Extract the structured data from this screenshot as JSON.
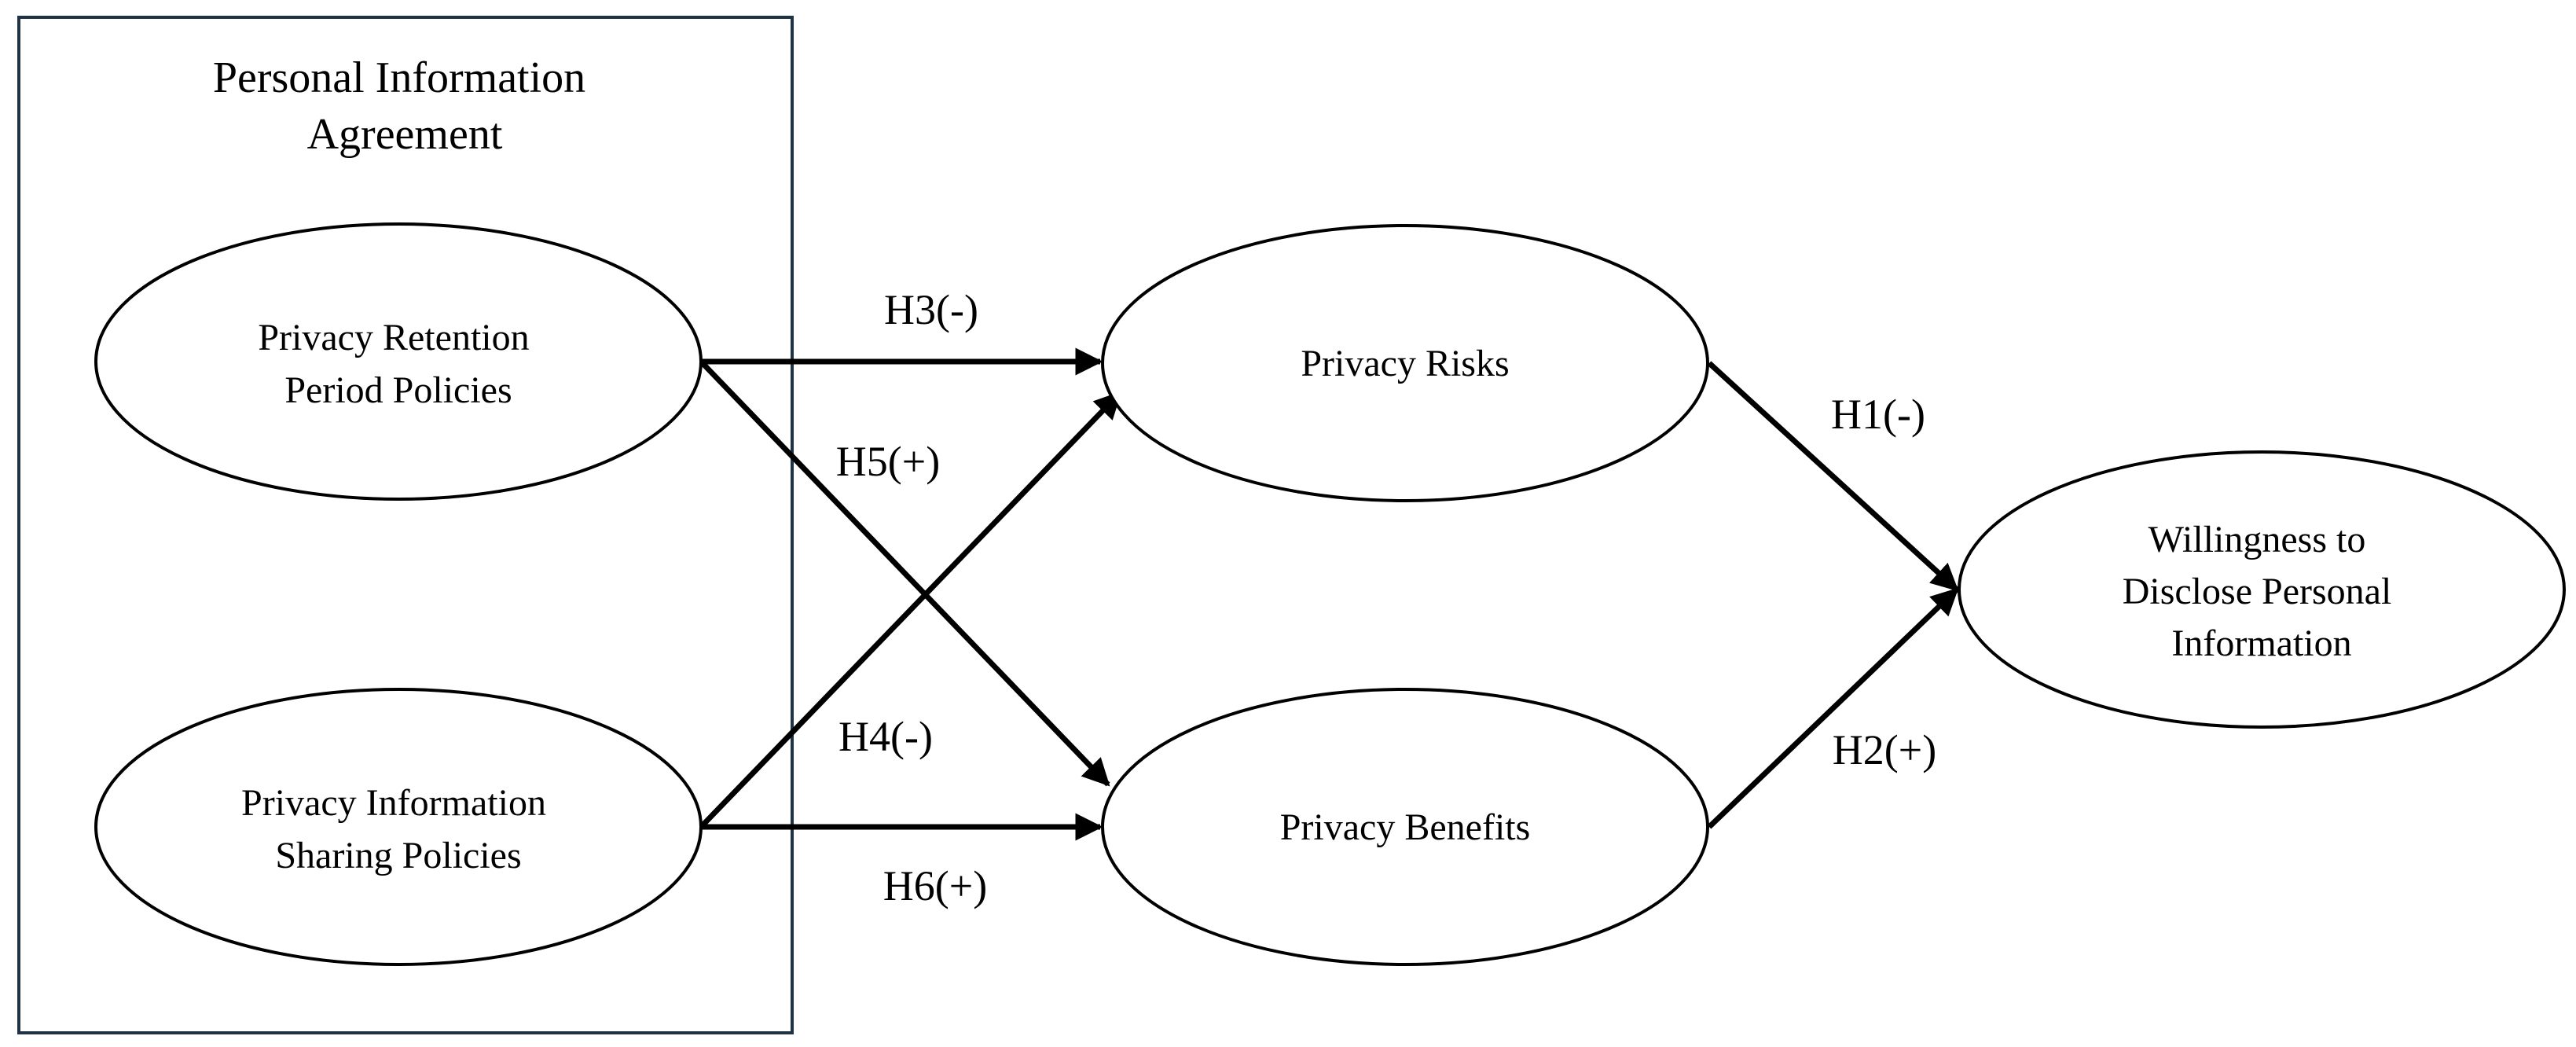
{
  "diagram": {
    "group": {
      "title_lines": [
        "Personal Information",
        "Agreement"
      ],
      "border_color": "#1f3344"
    },
    "nodes": {
      "retention": {
        "lines": [
          "Privacy Retention",
          "Period Policies"
        ]
      },
      "sharing": {
        "lines": [
          "Privacy Information",
          "Sharing Policies"
        ]
      },
      "risks": {
        "lines": [
          "Privacy Risks"
        ]
      },
      "benefits": {
        "lines": [
          "Privacy Benefits"
        ]
      },
      "willingness": {
        "lines": [
          "Willingness to",
          "Disclose Personal",
          "Information"
        ]
      }
    },
    "edges": [
      {
        "id": "h3",
        "from": "retention",
        "to": "risks",
        "label": "H3(-)"
      },
      {
        "id": "h5",
        "from": "retention",
        "to": "benefits",
        "label": "H5(+)"
      },
      {
        "id": "h4",
        "from": "sharing",
        "to": "risks",
        "label": "H4(-)"
      },
      {
        "id": "h6",
        "from": "sharing",
        "to": "benefits",
        "label": "H6(+)"
      },
      {
        "id": "h1",
        "from": "risks",
        "to": "willingness",
        "label": "H1(-)"
      },
      {
        "id": "h2",
        "from": "benefits",
        "to": "willingness",
        "label": "H2(+)"
      }
    ],
    "colors": {
      "stroke": "#000000",
      "background": "#ffffff"
    }
  }
}
